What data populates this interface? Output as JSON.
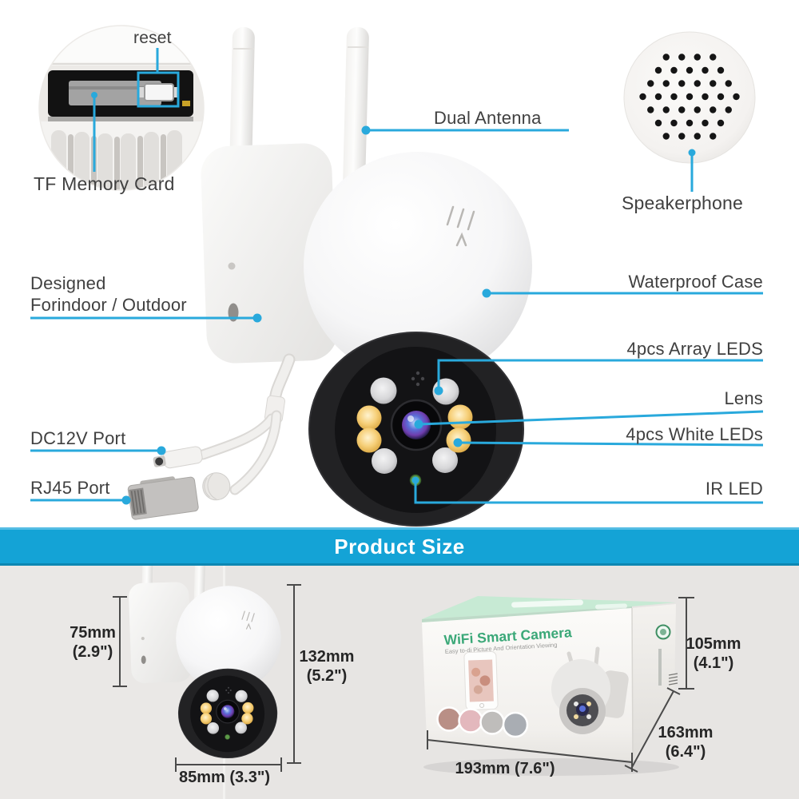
{
  "colors": {
    "accent": "#29a9dc",
    "banner_bg": "#14a3d6",
    "label_text": "#404040",
    "dimension_text": "#262626",
    "box_title_green": "#3ba878"
  },
  "callouts": {
    "reset": "reset",
    "tf_memory_card": "TF Memory Card",
    "dual_antenna": "Dual Antenna",
    "speakerphone": "Speakerphone",
    "designed_line1": "Designed",
    "designed_line2": "Forindoor / Outdoor",
    "waterproof_case": "Waterproof Case",
    "array_leds": "4pcs Array LEDS",
    "lens": "Lens",
    "white_leds": "4pcs White LEDs",
    "ir_led": "IR LED",
    "dc12v_port": "DC12V Port",
    "rj45_port": "RJ45 Port"
  },
  "banner": {
    "title": "Product Size"
  },
  "size_section": {
    "camera": {
      "bracket_height": {
        "mm": "75mm",
        "inch": "(2.9\")"
      },
      "total_height": {
        "mm": "132mm",
        "inch": "(5.2\")"
      },
      "width": {
        "label": "85mm (3.3\")"
      }
    },
    "box": {
      "title": "WiFi Smart Camera",
      "tagline": "Easy to-di Picture And Orientation Viewing",
      "height": {
        "mm": "105mm",
        "inch": "(4.1\")"
      },
      "depth": {
        "mm": "163mm",
        "inch": "(6.4\")"
      },
      "width": {
        "label": "193mm (7.6\")"
      }
    }
  }
}
